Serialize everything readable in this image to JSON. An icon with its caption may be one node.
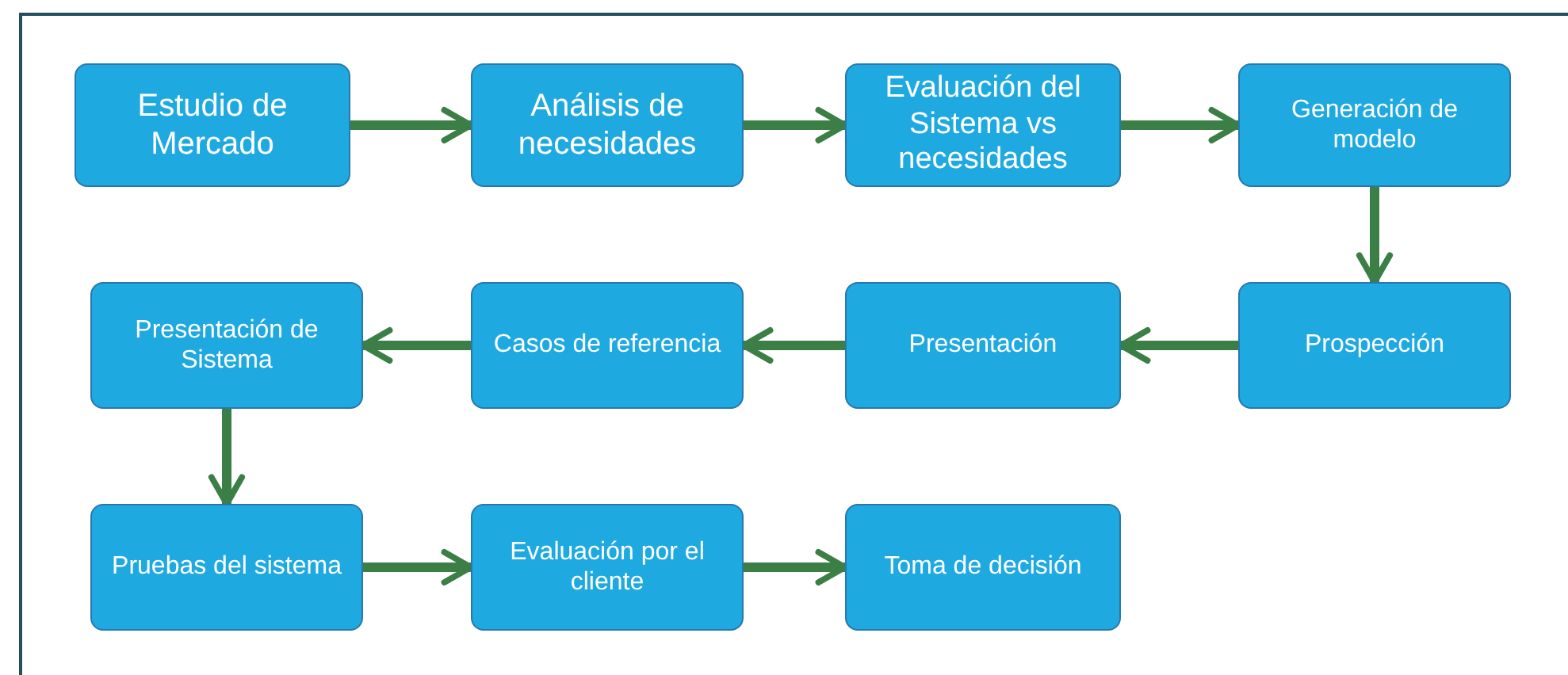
{
  "diagram": {
    "nodes": [
      {
        "text": [
          "Estudio de Mercado"
        ]
      },
      {
        "text": [
          "Análisis de necesidades"
        ]
      },
      {
        "text": [
          "Evaluación del Sistema vs necesidades"
        ]
      },
      {
        "text": [
          "Generación de modelo"
        ]
      },
      {
        "text": [
          "Prospección"
        ]
      },
      {
        "text": [
          "Presentación"
        ]
      },
      {
        "text": [
          "Casos de referencia"
        ]
      },
      {
        "text": [
          "Presentación de Sistema"
        ]
      },
      {
        "text": [
          "Pruebas del sistema"
        ]
      },
      {
        "text": [
          "Evaluación por el cliente"
        ]
      },
      {
        "text": [
          "Toma de decisión"
        ]
      }
    ],
    "edges": [
      {
        "from": 0,
        "to": 1,
        "arrow": "to"
      },
      {
        "from": 1,
        "to": 2,
        "arrow": "to"
      },
      {
        "from": 2,
        "to": 3,
        "arrow": "to"
      },
      {
        "from": 3,
        "to": 4,
        "arrow": "to"
      },
      {
        "from": 4,
        "to": 5,
        "arrow": "to"
      },
      {
        "from": 5,
        "to": 6,
        "arrow": "to"
      },
      {
        "from": 6,
        "to": 7,
        "arrow": "to"
      },
      {
        "from": 7,
        "to": 8,
        "arrow": "to"
      },
      {
        "from": 8,
        "to": 9,
        "arrow": "to"
      },
      {
        "from": 9,
        "to": 10,
        "arrow": "to"
      }
    ]
  }
}
